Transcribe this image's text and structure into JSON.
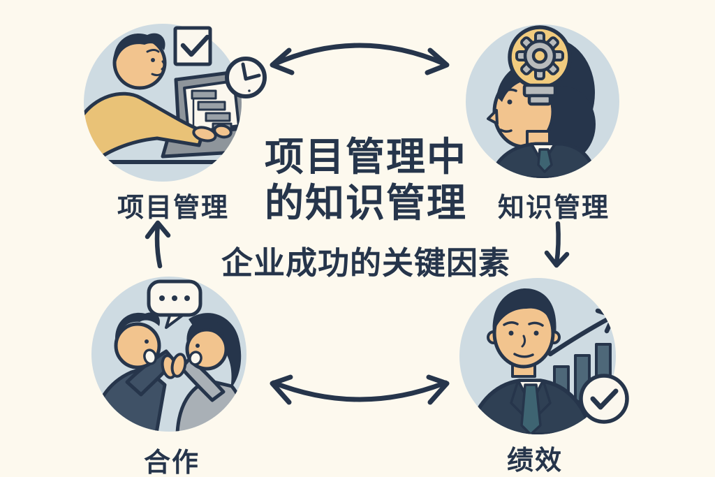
{
  "meta": {
    "kind": "infographic-diagram",
    "language": "zh-CN"
  },
  "title": {
    "line1": "项目管理中",
    "line2": "的知识管理",
    "subtitle": "企业成功的关键因素"
  },
  "nodes": [
    {
      "id": "project-management",
      "label": "项目管理",
      "position": "top-left",
      "illustration": "person in yellow sweater working on laptop showing gantt chart, with checkbox and clock icons"
    },
    {
      "id": "knowledge-management",
      "label": "知识管理",
      "position": "top-right",
      "illustration": "man head profile with lightbulb containing gear above head"
    },
    {
      "id": "collaboration",
      "label": "合作",
      "position": "bottom-left",
      "illustration": "man and woman talking and joining hands under a speech bubble with ellipsis"
    },
    {
      "id": "performance",
      "label": "绩效",
      "position": "bottom-right",
      "illustration": "businessman in suit with rising bar chart, growth arrow and check circle"
    }
  ],
  "connections": [
    {
      "from": "project-management",
      "to": "knowledge-management",
      "style": "curved-double-headed-arrow",
      "position": "top-center"
    },
    {
      "from": "knowledge-management",
      "to": "performance",
      "style": "single-arrow-down",
      "position": "right-side"
    },
    {
      "from": "collaboration",
      "to": "performance",
      "style": "curved-double-headed-arrow",
      "position": "bottom-center"
    },
    {
      "from": "collaboration",
      "to": "project-management",
      "style": "single-arrow-up",
      "position": "left-side"
    }
  ],
  "icons": {
    "checkbox": "☑",
    "clock": "🕐",
    "lightbulb": "💡",
    "gear": "⚙",
    "speech-bubble": "💬",
    "bar-chart": "📊",
    "trend-arrow": "↗",
    "check-circle": "✓",
    "arrow-up": "↑",
    "arrow-down": "↓",
    "arrow-bidirectional": "↔"
  },
  "colors": {
    "background": "#FDF9EE",
    "circle_fill": "#CEDBE2",
    "ink": "#26354B",
    "skin": "#F2C48E",
    "sweater_yellow": "#E9C277",
    "bulb_yellow": "#F1CB7E",
    "metal_gray": "#B8BBBC",
    "laptop_gray": "#8E959B",
    "suit_navy": "#2F4054",
    "jacket_slate": "#3F5166",
    "sweater_gray": "#A9B0B6",
    "tie_teal": "#3E6472",
    "bar_slate": "#4E6879",
    "paper_white": "#FBF7EE"
  }
}
